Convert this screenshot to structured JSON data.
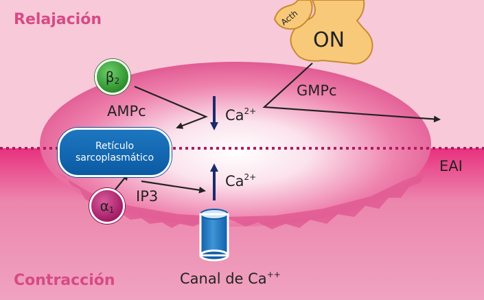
{
  "zones": {
    "top": "Relajación",
    "bottom": "Contracción"
  },
  "hormone": {
    "receptor_label": "ON",
    "ligand_label": "Acth"
  },
  "receptors": {
    "beta": {
      "symbol": "β",
      "subscript": "2"
    },
    "alpha": {
      "symbol": "α",
      "subscript": "1"
    }
  },
  "messengers": {
    "ampc": "AMPc",
    "gmpc": "GMPc",
    "ip3": "IP3"
  },
  "calcium": {
    "top": {
      "base": "Ca",
      "charge": "2+"
    },
    "bottom": {
      "base": "Ca",
      "charge": "2+"
    }
  },
  "reticulum": {
    "line1": "Retículo",
    "line2": "sarcoplasmático"
  },
  "membrane_label": "EAI",
  "channel": {
    "label_base": "Canal de Ca",
    "label_sup": "++"
  },
  "colors": {
    "top_bg": "#f7c9d9",
    "bottom_bg": "#e8317e",
    "cell": "#e8558f",
    "zone_text": "#d64a86",
    "receptor_fill": "#f9c97a",
    "arrow_dark": "#1c2a6a",
    "channel_blue": "#1f73bd"
  }
}
